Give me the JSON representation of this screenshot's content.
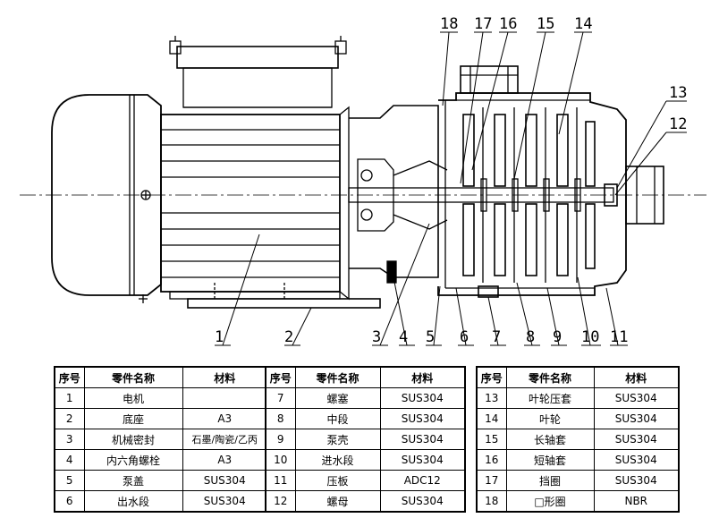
{
  "callouts": [
    "1",
    "2",
    "3",
    "4",
    "5",
    "6",
    "7",
    "8",
    "9",
    "10",
    "11",
    "12",
    "13",
    "14",
    "15",
    "16",
    "17",
    "18"
  ],
  "table_headers": {
    "no": "序号",
    "name": "零件名称",
    "material": "材料"
  },
  "parts_tables": [
    [
      {
        "no": "1",
        "name": "电机",
        "material": ""
      },
      {
        "no": "2",
        "name": "底座",
        "material": "A3"
      },
      {
        "no": "3",
        "name": "机械密封",
        "material": "石墨/陶瓷/乙丙"
      },
      {
        "no": "4",
        "name": "内六角螺栓",
        "material": "A3"
      },
      {
        "no": "5",
        "name": "泵盖",
        "material": "SUS304"
      },
      {
        "no": "6",
        "name": "出水段",
        "material": "SUS304"
      }
    ],
    [
      {
        "no": "7",
        "name": "螺塞",
        "material": "SUS304"
      },
      {
        "no": "8",
        "name": "中段",
        "material": "SUS304"
      },
      {
        "no": "9",
        "name": "泵壳",
        "material": "SUS304"
      },
      {
        "no": "10",
        "name": "进水段",
        "material": "SUS304"
      },
      {
        "no": "11",
        "name": "压板",
        "material": "ADC12"
      },
      {
        "no": "12",
        "name": "螺母",
        "material": "SUS304"
      }
    ],
    [
      {
        "no": "13",
        "name": "叶轮压套",
        "material": "SUS304"
      },
      {
        "no": "14",
        "name": "叶轮",
        "material": "SUS304"
      },
      {
        "no": "15",
        "name": "长轴套",
        "material": "SUS304"
      },
      {
        "no": "16",
        "name": "短轴套",
        "material": "SUS304"
      },
      {
        "no": "17",
        "name": "挡圈",
        "material": "SUS304"
      },
      {
        "no": "18",
        "name": "□形圈",
        "material": "NBR"
      }
    ]
  ]
}
